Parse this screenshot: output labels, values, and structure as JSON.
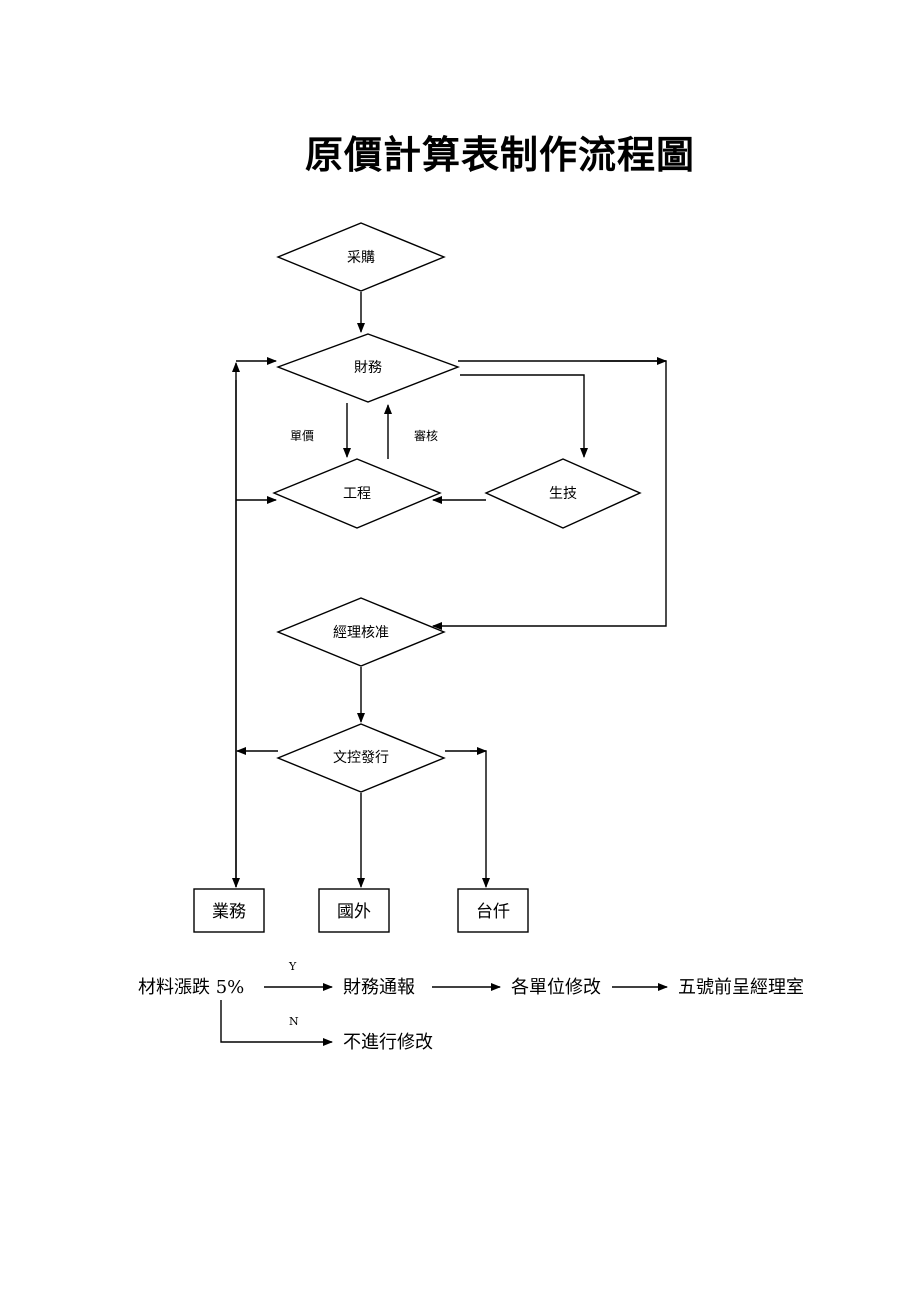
{
  "title": "原價計算表制作流程圖",
  "nodes": {
    "purchasing": "采購",
    "finance": "財務",
    "engineering": "工程",
    "production_tech": "生技",
    "manager_approval": "經理核准",
    "doc_control": "文控發行"
  },
  "edge_labels": {
    "unit_price": "單價",
    "review": "審核"
  },
  "destinations": {
    "business": "業務",
    "overseas": "國外",
    "taiwan": "台仟"
  },
  "rule": {
    "condition": "材料漲跌 5%",
    "yes_label": "Y",
    "no_label": "N",
    "yes_steps": [
      "財務通報",
      "各單位修改",
      "五號前呈經理室"
    ],
    "no_step": "不進行修改"
  }
}
